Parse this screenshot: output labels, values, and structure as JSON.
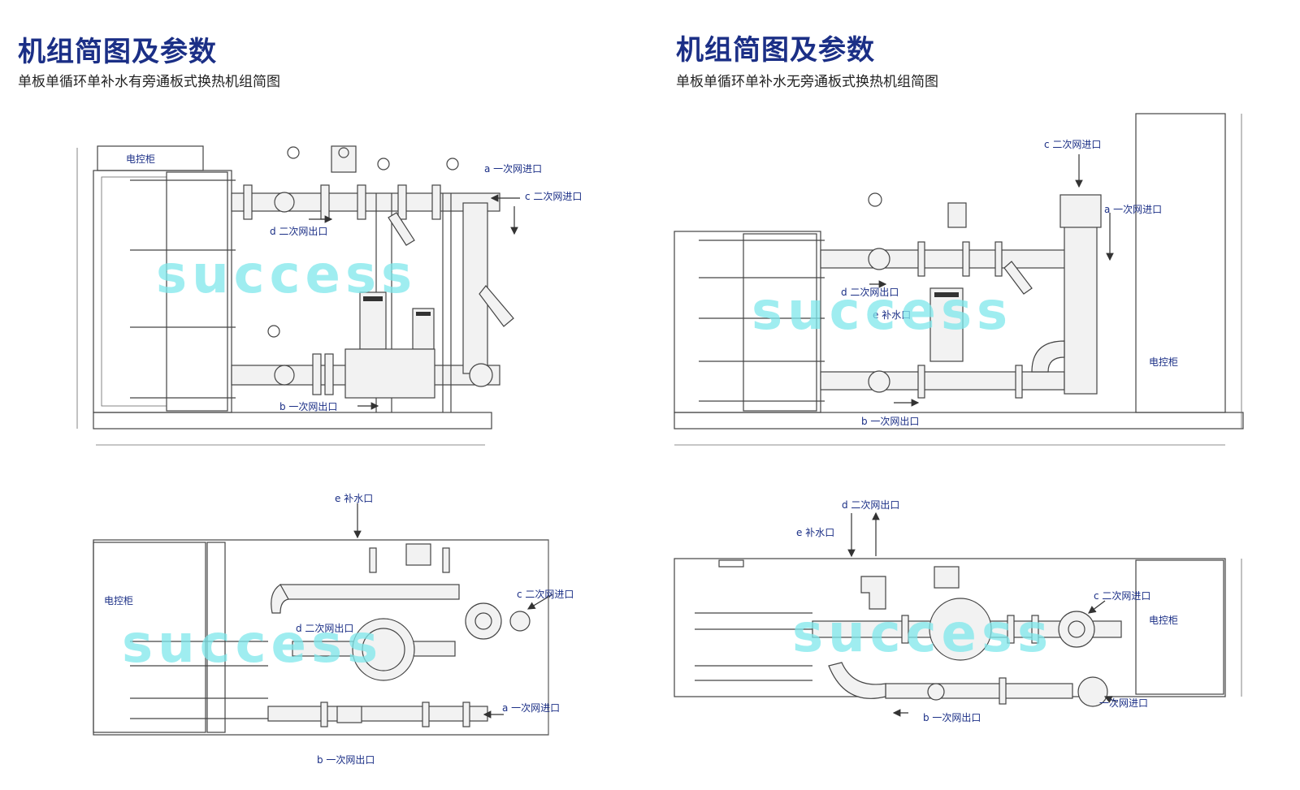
{
  "panels": [
    {
      "title": "机组简图及参数",
      "subtitle": "单板单循环单补水有旁通板式换热机组简图",
      "front_view": {
        "cabinet": "电控柜",
        "labels": {
          "a": "a 一次网进口",
          "c": "c 二次网进口",
          "d": "d 二次网出口",
          "b": "b 一次网出口"
        },
        "watermark": "success"
      },
      "top_view": {
        "cabinet": "电控柜",
        "labels": {
          "e": "e 补水口",
          "c": "c 二次网进口",
          "d": "d 二次网出口",
          "a": "a 一次网进口",
          "b": "b 一次网出口"
        },
        "watermark": "success"
      }
    },
    {
      "title": "机组简图及参数",
      "subtitle": "单板单循环单补水无旁通板式换热机组简图",
      "front_view": {
        "cabinet": "电控柜",
        "labels": {
          "c": "c 二次网进口",
          "a": "a 一次网进口",
          "d": "d 二次网出口",
          "e": "e 补水口",
          "b": "b 一次网出口"
        },
        "watermark": "success"
      },
      "top_view": {
        "cabinet": "电控柜",
        "labels": {
          "d": "d 二次网出口",
          "e": "e 补水口",
          "c": "c 二次网进口",
          "a": "一次网进口",
          "b": "b 一次网出口"
        },
        "watermark": "success"
      }
    }
  ],
  "colors": {
    "title": "#1b2f86",
    "label": "#1b2f86",
    "watermark": "#7fe8ec",
    "line": "#444444"
  }
}
